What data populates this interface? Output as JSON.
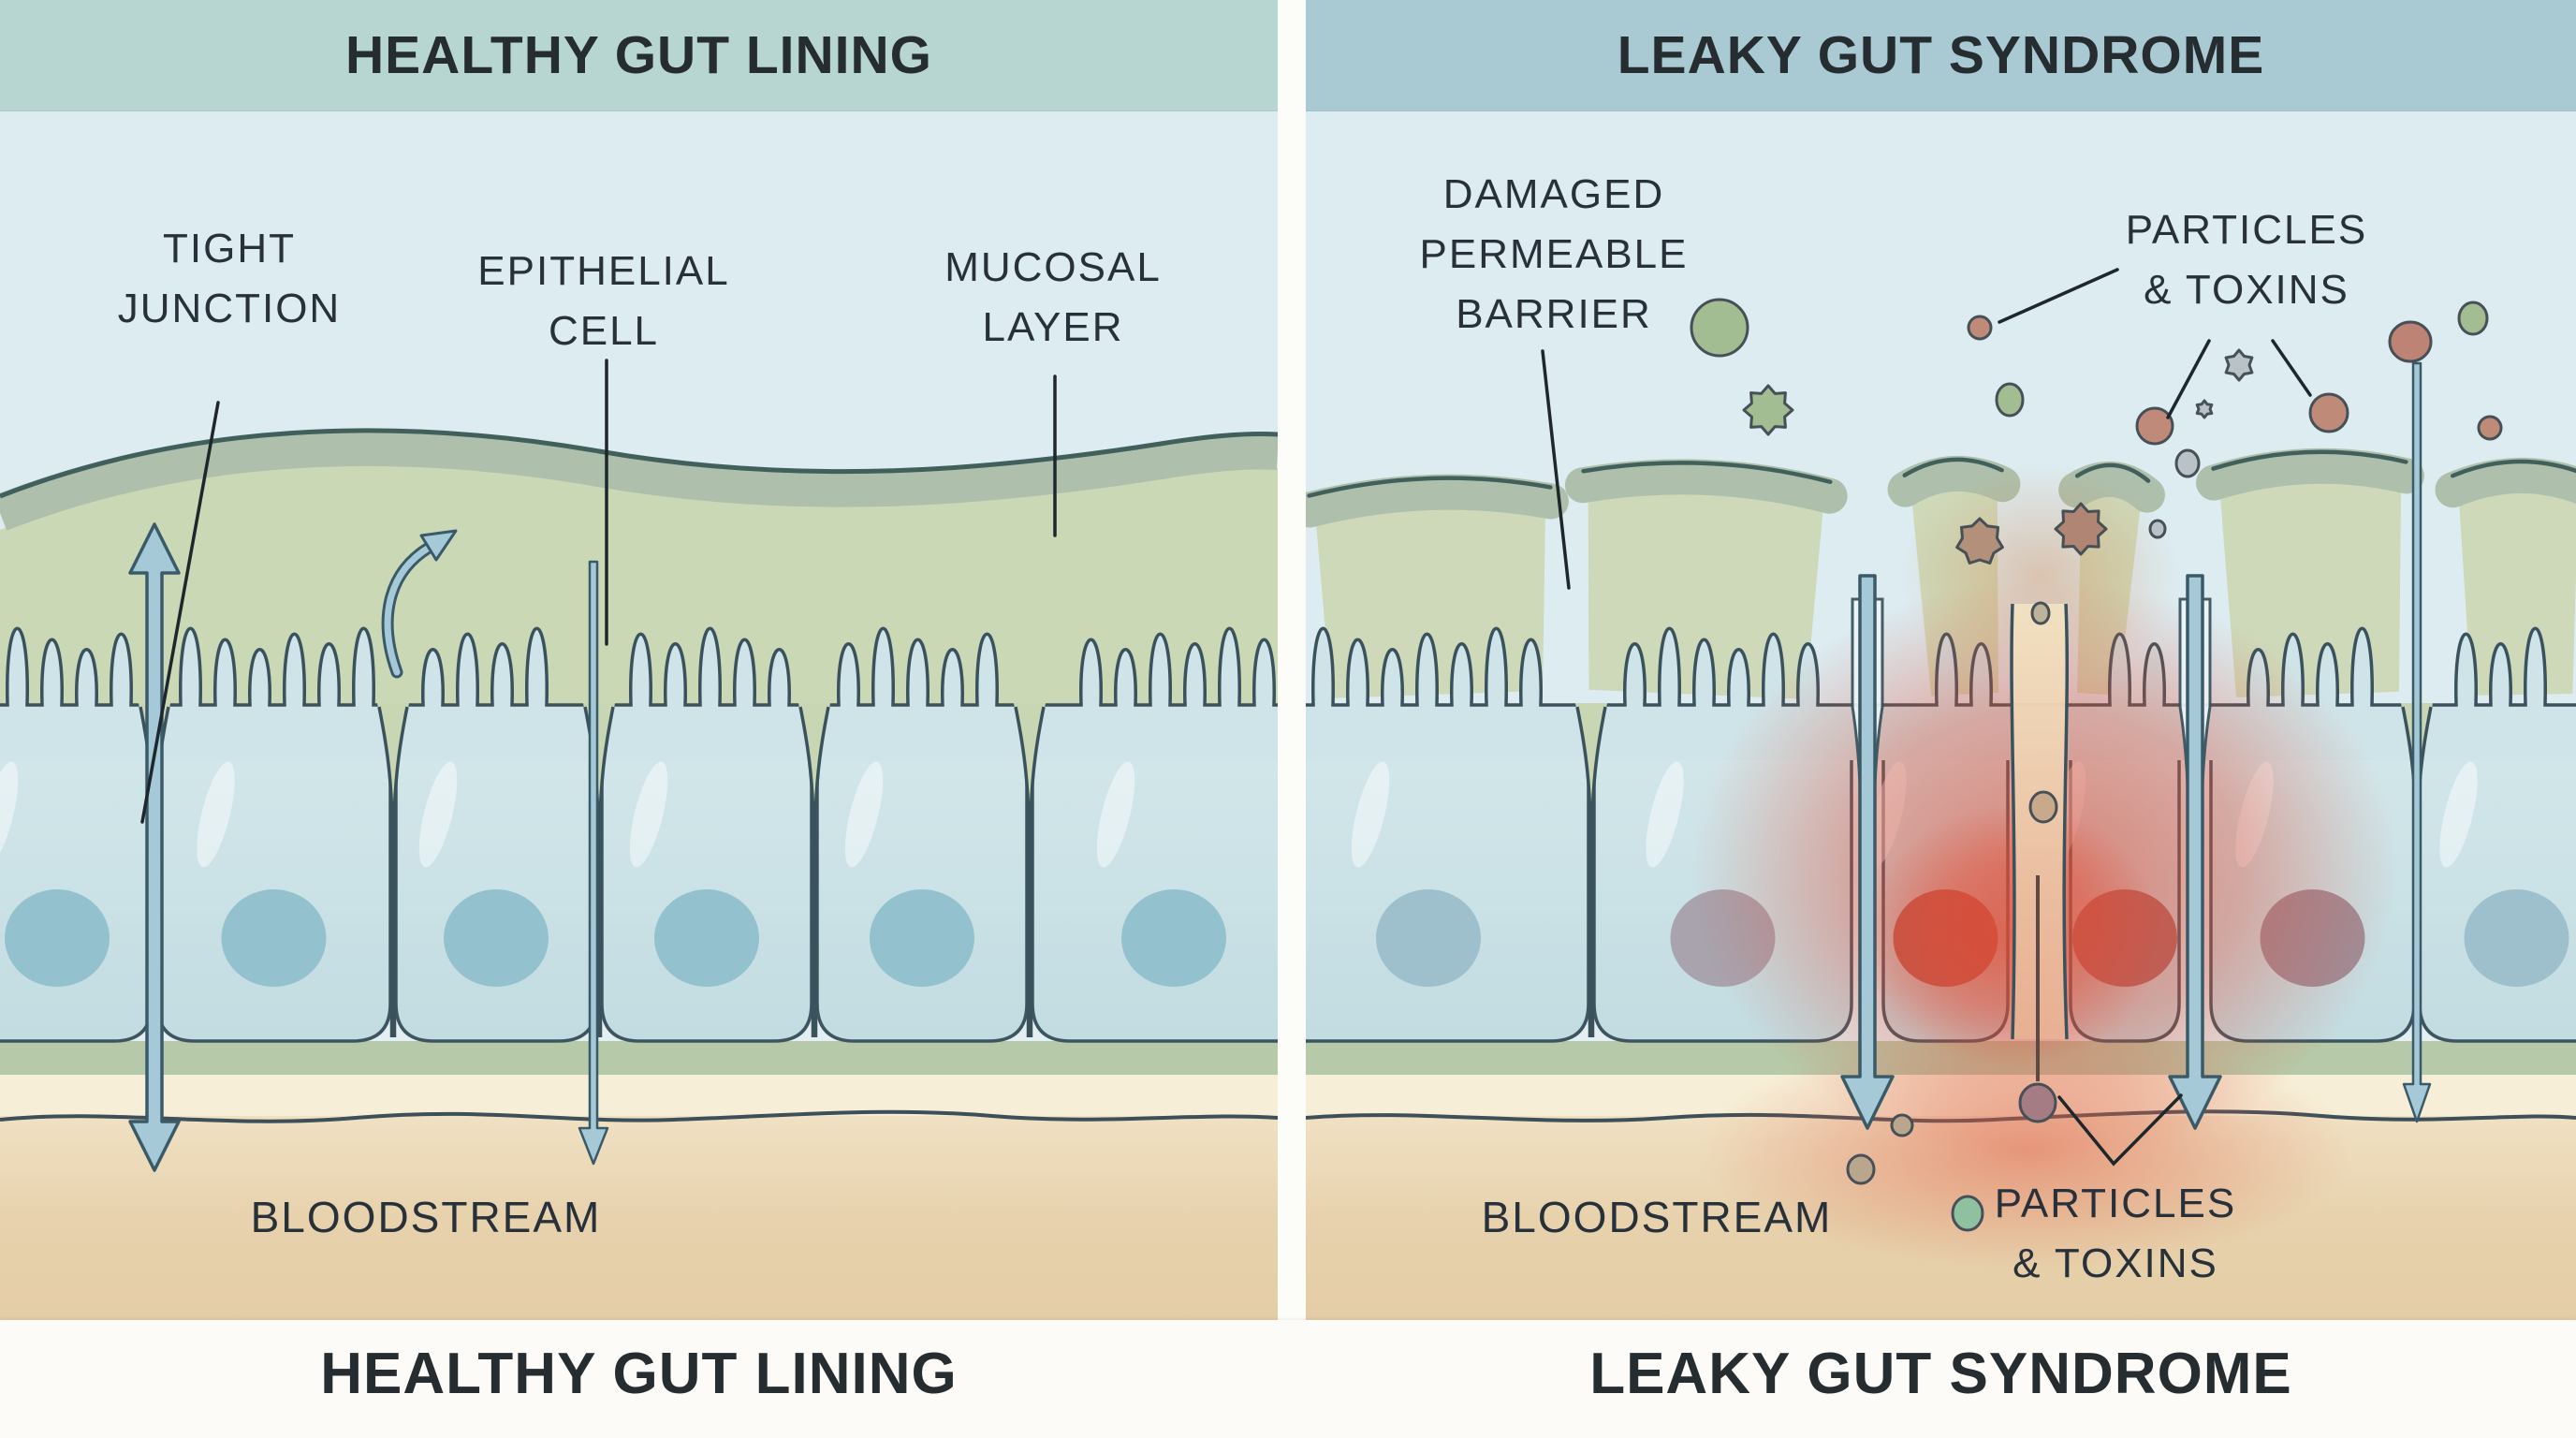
{
  "left_panel": {
    "header": "HEALTHY GUT LINING",
    "footer": "HEALTHY GUT LINING",
    "labels": {
      "tight_junction": "TIGHT\nJUNCTION",
      "epithelial_cell": "EPITHELIAL\nCELL",
      "mucosal_layer": "MUCOSAL\nLAYER",
      "bloodstream": "BLOODSTREAM"
    }
  },
  "right_panel": {
    "header": "LEAKY GUT SYNDROME",
    "footer": "LEAKY GUT SYNDROME",
    "labels": {
      "damaged_barrier": "DAMAGED\nPERMEABLE\nBARRIER",
      "particles_toxins_top": "PARTICLES\n& TOXINS",
      "particles_toxins_bottom": "PARTICLES\n& TOXINS",
      "bloodstream": "BLOODSTREAM"
    }
  },
  "colors": {
    "page-bg": "#fbfaf6",
    "header-left-bg": "#b7d5d1",
    "header-right-bg": "#a9c9d3",
    "title-color": "#262d31",
    "label-color": "#28313a",
    "lumen": "#dcecf1",
    "mucus-green": "#cbd8b6",
    "mucus-band": "#aec0ac",
    "cell-blue": "#c7e0e5",
    "nucleus-blue": "#94c1ce",
    "bloodstream-tan": "#e9d6b2",
    "arrow-blue": "#a6c9d8",
    "outline-dark": "#3b5a68",
    "inflammation-red": "#df4b34",
    "toxin-brown": "#c08a79",
    "particle-green": "#a2bd92"
  }
}
